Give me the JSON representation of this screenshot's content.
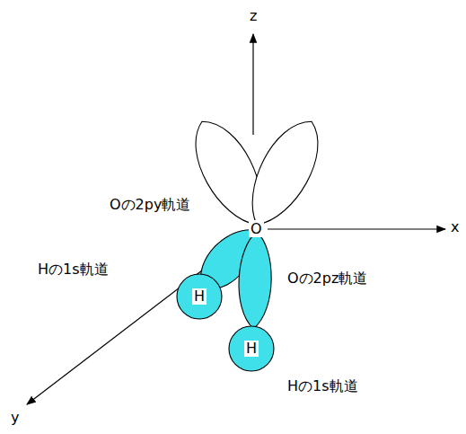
{
  "diagram": {
    "nodes": [
      {
        "text": [
          "H"
        ]
      },
      {
        "text": [
          "H"
        ]
      }
    ],
    "labels": [
      "z",
      "x",
      "y",
      "O",
      "Oの2py軌道",
      "Hの1s軌道",
      "Oの2pz軌道",
      "Hの1s軌道"
    ]
  }
}
